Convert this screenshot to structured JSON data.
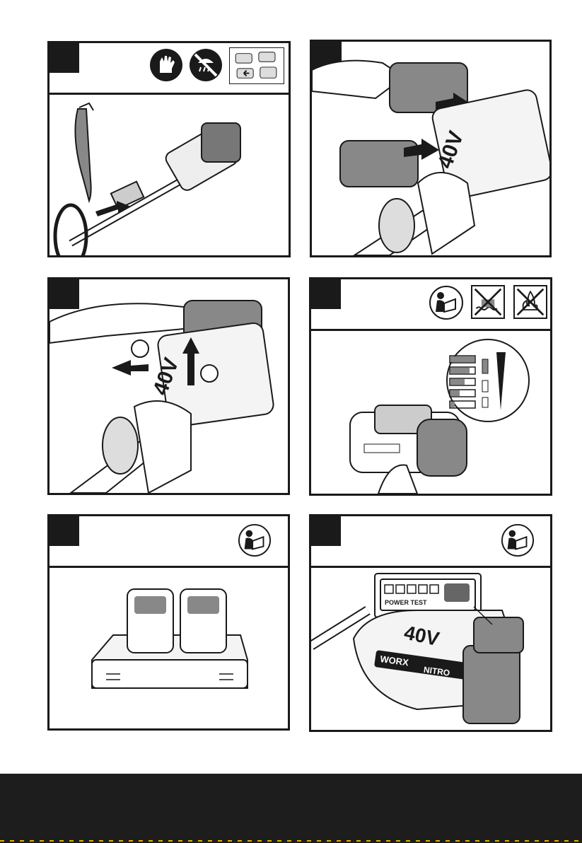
{
  "icons": {
    "gloves": "gloves-icon",
    "no_water": "no-rain-icon",
    "batteries": "battery-pack-icon",
    "manual": "read-manual-icon",
    "no_liquid": "no-immersion-icon",
    "no_fire": "no-fire-icon"
  },
  "labels": {
    "battery_40v": "40V",
    "circle_1": "",
    "circle_2": "",
    "power_test": "POWER TEST",
    "brand": "WORX",
    "nitro": "NITRO"
  },
  "colors": {
    "ink": "#1a1a1a",
    "footer": "#1d1d1d",
    "accent": "#e8b000",
    "battery_gray": "#8a8a8a"
  }
}
